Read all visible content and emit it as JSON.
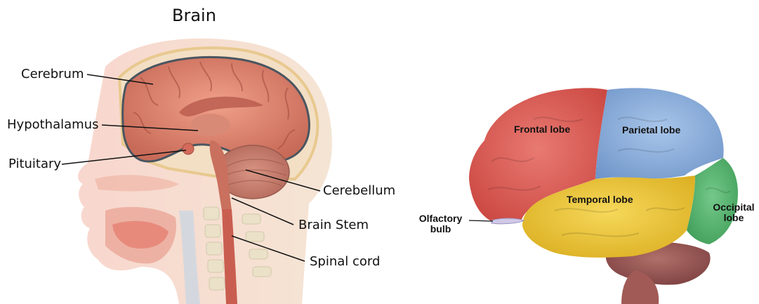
{
  "left_diagram": {
    "title": "Brain",
    "labels": {
      "cerebrum": "Cerebrum",
      "hypothalamus": "Hypothalamus",
      "pituitary": "Pituitary",
      "cerebellum": "Cerebellum",
      "brain_stem": "Brain Stem",
      "spinal_cord": "Spinal cord"
    }
  },
  "right_diagram": {
    "labels": {
      "frontal": "Frontal lobe",
      "parietal": "Parietal lobe",
      "temporal": "Temporal lobe",
      "occipital_line1": "Occipital",
      "occipital_line2": "lobe",
      "olfactory_line1": "Olfactory",
      "olfactory_line2": "bulb"
    },
    "colors": {
      "frontal": "#d9534f",
      "parietal": "#7fa7d6",
      "temporal": "#e8c02e",
      "occipital": "#4fb06a",
      "cerebellum": "#8a4a4a"
    }
  }
}
